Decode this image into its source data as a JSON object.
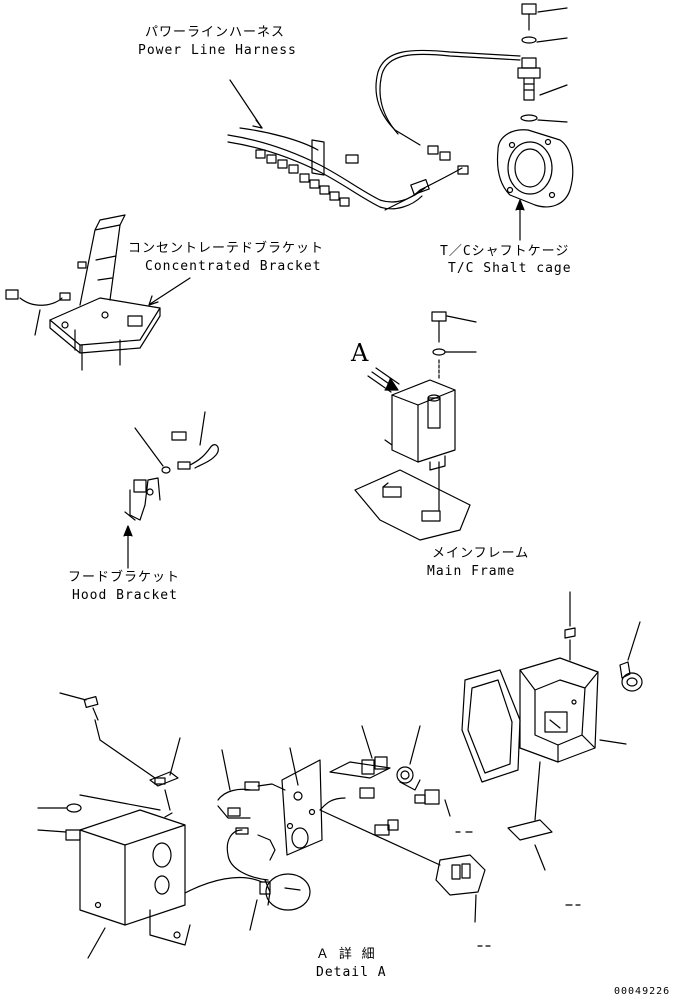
{
  "labels": {
    "power_line_harness_jp": "パワーラインハーネス",
    "power_line_harness_en": "Power Line Harness",
    "tc_shaft_cage_jp": "T／Cシャフトケージ",
    "tc_shaft_cage_en": "T/C Shalt cage",
    "concentrated_bracket_jp": "コンセントレーテドブラケット",
    "concentrated_bracket_en": "Concentrated Bracket",
    "main_frame_jp": "メインフレーム",
    "main_frame_en": "Main Frame",
    "hood_bracket_jp": "フードブラケット",
    "hood_bracket_en": "Hood Bracket",
    "detail_jp": "Ａ 詳 細",
    "detail_en": "Detail A",
    "view_marker": "A",
    "drawing_number": "00049226"
  },
  "colors": {
    "line": "#000000",
    "background": "#ffffff"
  }
}
